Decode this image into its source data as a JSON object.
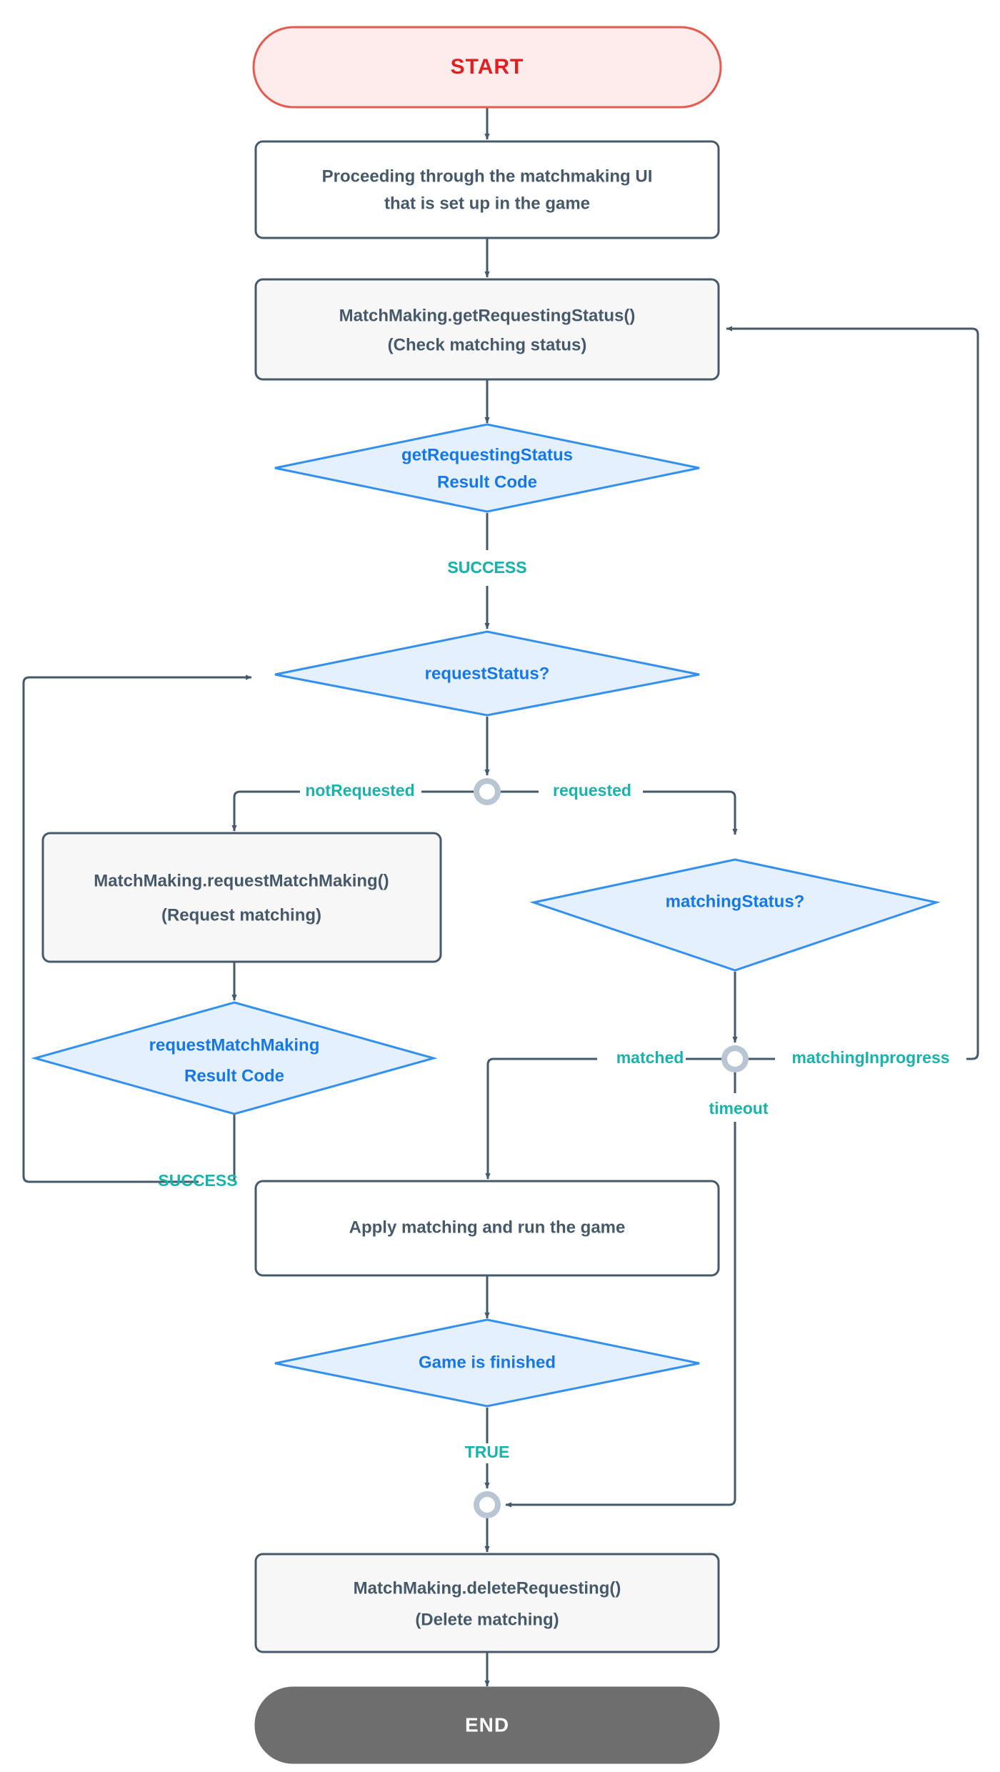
{
  "diagram": {
    "title": "Matchmaking flow",
    "colors": {
      "process_fill": "#f7f7f7",
      "process_fill_alt": "#ffffff",
      "process_stroke": "#46596b",
      "process_text": "#46596b",
      "decision_fill": "#e4f0fd",
      "decision_stroke": "#3490f0",
      "decision_text": "#1677e8",
      "start_fill": "#fdeceb",
      "start_stroke": "#e8594f",
      "start_text": "#e02020",
      "end_fill": "#6e6e6e",
      "end_text": "#ffffff",
      "edge_stroke": "#46596b",
      "edge_label_text": "#18b3ad",
      "connector_ring": "#b9c5d2"
    },
    "nodes": {
      "start": {
        "label": "START",
        "type": "terminator"
      },
      "ui_step": {
        "line1": "Proceeding through the matchmaking UI",
        "line2": "that is set up in the game",
        "type": "process"
      },
      "get_status": {
        "line1": "MatchMaking.getRequestingStatus()",
        "line2": "(Check matching status)",
        "type": "process"
      },
      "get_status_result": {
        "line1": "getRequestingStatus",
        "line2": "Result Code",
        "type": "decision"
      },
      "request_status": {
        "line1": "requestStatus?",
        "type": "decision"
      },
      "request_matchmaking": {
        "line1": "MatchMaking.requestMatchMaking()",
        "line2": "(Request matching)",
        "type": "process"
      },
      "request_result": {
        "line1": "requestMatchMaking",
        "line2": "Result Code",
        "type": "decision"
      },
      "matching_status": {
        "line1": "matchingStatus?",
        "type": "decision"
      },
      "apply_matching": {
        "line1": "Apply matching and run the game",
        "type": "process"
      },
      "game_finished": {
        "line1": "Game is finished",
        "type": "decision"
      },
      "delete_requesting": {
        "line1": "MatchMaking.deleteRequesting()",
        "line2": "(Delete matching)",
        "type": "process"
      },
      "end": {
        "label": "END",
        "type": "terminator"
      }
    },
    "edge_labels": {
      "get_status_success": "SUCCESS",
      "not_requested": "notRequested",
      "requested": "requested",
      "request_success": "SUCCESS",
      "matched": "matched",
      "matching_inprogress": "matchingInprogress",
      "timeout": "timeout",
      "game_true": "TRUE"
    },
    "connectors": [
      {
        "name": "branch-request-status",
        "type": "junction-ring"
      },
      {
        "name": "branch-matching-status",
        "type": "junction-ring"
      },
      {
        "name": "merge-before-delete",
        "type": "junction-ring"
      }
    ]
  },
  "chart_data": {
    "type": "diagram",
    "title": "Matchmaking flow",
    "nodes": [
      {
        "id": "start",
        "kind": "terminator",
        "text": "START"
      },
      {
        "id": "ui_step",
        "kind": "process",
        "text": "Proceeding through the matchmaking UI that is set up in the game"
      },
      {
        "id": "get_status",
        "kind": "process",
        "text": "MatchMaking.getRequestingStatus() (Check matching status)"
      },
      {
        "id": "get_status_result",
        "kind": "decision",
        "text": "getRequestingStatus Result Code"
      },
      {
        "id": "request_status",
        "kind": "decision",
        "text": "requestStatus?"
      },
      {
        "id": "request_matchmaking",
        "kind": "process",
        "text": "MatchMaking.requestMatchMaking() (Request matching)"
      },
      {
        "id": "request_result",
        "kind": "decision",
        "text": "requestMatchMaking Result Code"
      },
      {
        "id": "matching_status",
        "kind": "decision",
        "text": "matchingStatus?"
      },
      {
        "id": "apply_matching",
        "kind": "process",
        "text": "Apply matching and run the game"
      },
      {
        "id": "game_finished",
        "kind": "decision",
        "text": "Game is finished"
      },
      {
        "id": "delete_requesting",
        "kind": "process",
        "text": "MatchMaking.deleteRequesting() (Delete matching)"
      },
      {
        "id": "end",
        "kind": "terminator",
        "text": "END"
      }
    ],
    "edges": [
      {
        "from": "start",
        "to": "ui_step",
        "label": ""
      },
      {
        "from": "ui_step",
        "to": "get_status",
        "label": ""
      },
      {
        "from": "get_status",
        "to": "get_status_result",
        "label": ""
      },
      {
        "from": "get_status_result",
        "to": "request_status",
        "label": "SUCCESS"
      },
      {
        "from": "request_status",
        "to": "request_matchmaking",
        "label": "notRequested"
      },
      {
        "from": "request_status",
        "to": "matching_status",
        "label": "requested"
      },
      {
        "from": "request_matchmaking",
        "to": "request_result",
        "label": ""
      },
      {
        "from": "request_result",
        "to": "request_status",
        "label": "SUCCESS"
      },
      {
        "from": "matching_status",
        "to": "apply_matching",
        "label": "matched"
      },
      {
        "from": "matching_status",
        "to": "get_status",
        "label": "matchingInprogress"
      },
      {
        "from": "matching_status",
        "to": "delete_requesting",
        "label": "timeout"
      },
      {
        "from": "apply_matching",
        "to": "game_finished",
        "label": ""
      },
      {
        "from": "game_finished",
        "to": "delete_requesting",
        "label": "TRUE"
      },
      {
        "from": "delete_requesting",
        "to": "end",
        "label": ""
      }
    ]
  }
}
